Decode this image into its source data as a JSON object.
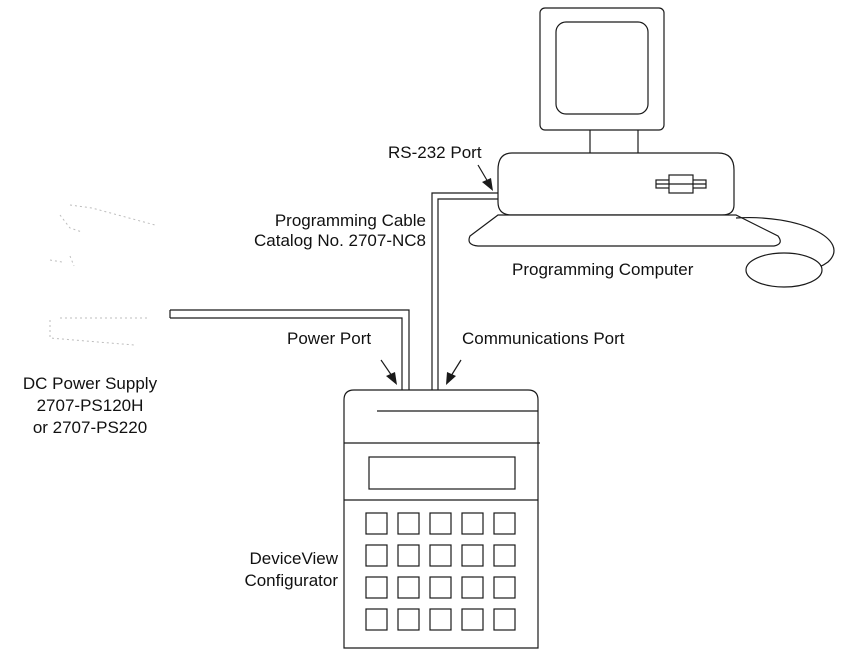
{
  "labels": {
    "rs232_port": "RS-232 Port",
    "programming_cable_line1": "Programming Cable",
    "programming_cable_line2": "Catalog No. 2707-NC8",
    "programming_computer": "Programming Computer",
    "power_port": "Power Port",
    "communications_port": "Communications Port",
    "dc_power_supply_line1": "DC Power Supply",
    "dc_power_supply_line2": "2707-PS120H",
    "dc_power_supply_line3": "or 2707-PS220",
    "configurator_line1": "DeviceView",
    "configurator_line2": "Configurator"
  },
  "configurator": {
    "keypad_rows": 4,
    "keypad_cols": 5
  },
  "colors": {
    "line": "#1a1a1a",
    "text": "#111111",
    "faint": "#bdbdbd"
  }
}
